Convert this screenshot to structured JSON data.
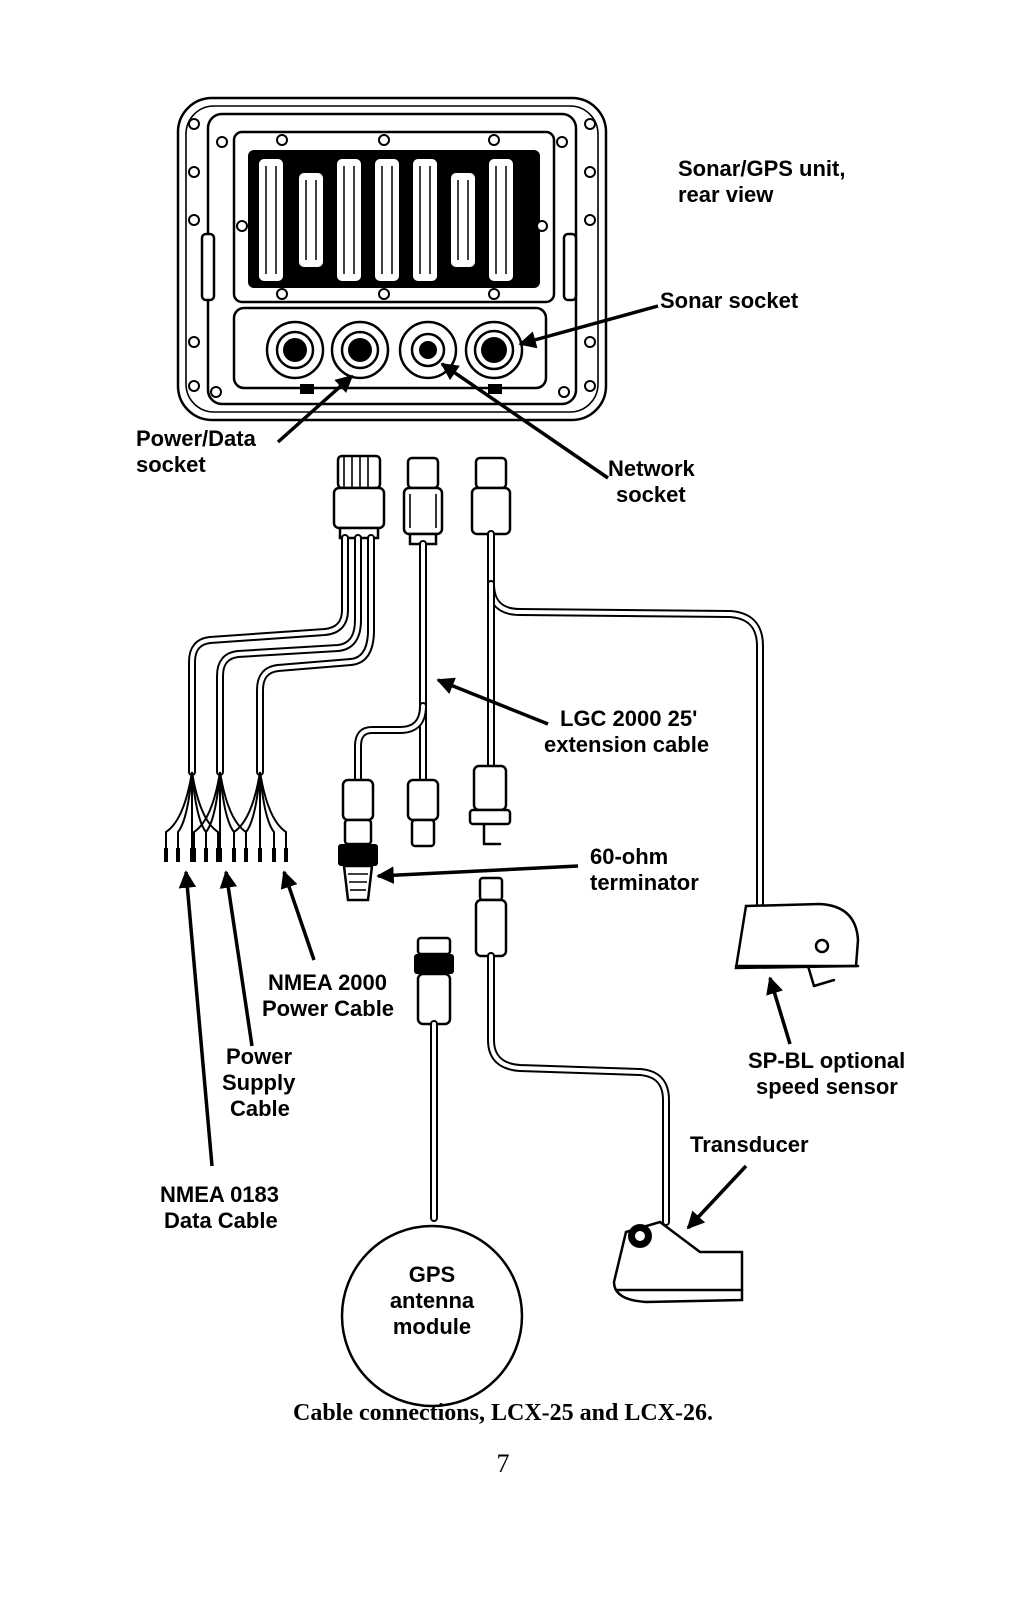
{
  "labels": {
    "unit_title_1": "Sonar/GPS unit,",
    "unit_title_2": "rear view",
    "sonar_socket": "Sonar socket",
    "power_data_1": "Power/Data",
    "power_data_2": "socket",
    "network_1": "Network",
    "network_2": "socket",
    "lgc_1": "LGC 2000 25'",
    "lgc_2": "extension cable",
    "terminator_1": "60-ohm",
    "terminator_2": "terminator",
    "nmea2000_1": "NMEA 2000",
    "nmea2000_2": "Power Cable",
    "power_supply_1": "Power",
    "power_supply_2": "Supply",
    "power_supply_3": "Cable",
    "nmea0183_1": "NMEA 0183",
    "nmea0183_2": "Data Cable",
    "spbl_1": "SP-BL optional",
    "spbl_2": "speed sensor",
    "transducer": "Transducer",
    "gps_1": "GPS",
    "gps_2": "antenna",
    "gps_3": "module"
  },
  "caption": "Cable connections, LCX-25 and LCX-26.",
  "page_number": "7"
}
